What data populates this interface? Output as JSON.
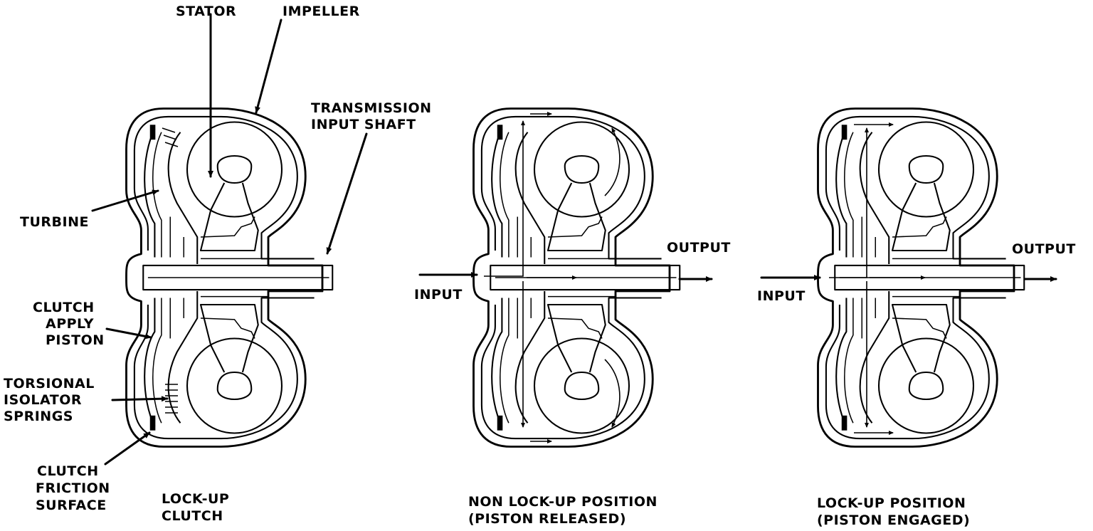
{
  "diagram_a": {
    "labels": {
      "stator": "STATOR",
      "impeller": "IMPELLER",
      "transmission_1": "TRANSMISSION",
      "transmission_2": "INPUT SHAFT",
      "turbine": "TURBINE",
      "clutch_1": "CLUTCH",
      "clutch_2": "APPLY",
      "clutch_3": "PISTON",
      "torsional_1": "TORSIONAL",
      "torsional_2": "ISOLATOR",
      "torsional_3": "SPRINGS",
      "friction_1": "CLUTCH",
      "friction_2": "FRICTION",
      "friction_3": "SURFACE"
    },
    "caption_1": "LOCK-UP",
    "caption_2": "CLUTCH"
  },
  "diagram_b": {
    "input": "INPUT",
    "output": "OUTPUT",
    "caption_1": "NON LOCK-UP POSITION",
    "caption_2": "(PISTON RELEASED)"
  },
  "diagram_c": {
    "input": "INPUT",
    "output": "OUTPUT",
    "caption_1": "LOCK-UP POSITION",
    "caption_2": "(PISTON ENGAGED)"
  }
}
